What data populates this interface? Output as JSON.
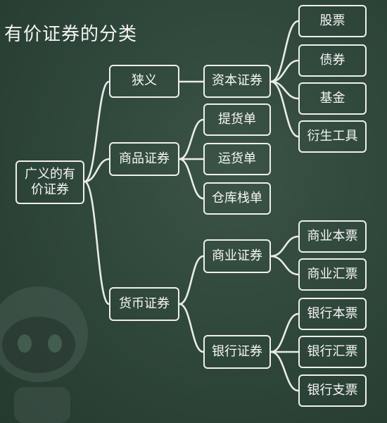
{
  "title": "有价证券的分类",
  "diagram": {
    "root": "广义的有价证券",
    "root_line1": "广义的有",
    "root_line2": "价证券",
    "level1": {
      "narrow": "狭义",
      "commodity": "商品证券",
      "currency": "货币证券"
    },
    "capital": {
      "label": "资本证券",
      "children": [
        "股票",
        "债券",
        "基金",
        "衍生工具"
      ]
    },
    "commodity_children": [
      "提货单",
      "运货单",
      "仓库栈单"
    ],
    "commercial": {
      "label": "商业证券",
      "children": [
        "商业本票",
        "商业汇票"
      ]
    },
    "bank": {
      "label": "银行证券",
      "children": [
        "银行本票",
        "银行汇票",
        "银行支票"
      ]
    }
  },
  "colors": {
    "background": "#2e4539",
    "line": "#e9ece9",
    "text": "#f7f7f7"
  }
}
